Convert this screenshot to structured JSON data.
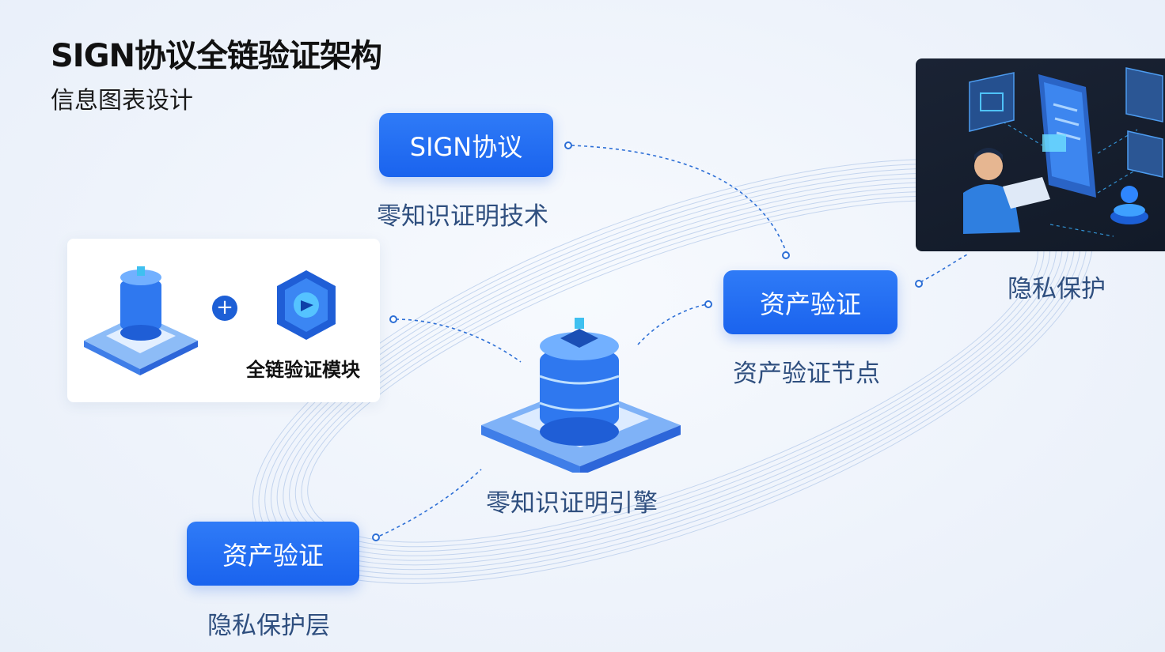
{
  "header": {
    "title": "SIGN协议全链验证架构",
    "subtitle": "信息图表设计"
  },
  "nodes": {
    "sign_protocol": {
      "label": "SIGN协议",
      "caption": "零知识证明技术"
    },
    "asset_verify_right": {
      "label": "资产验证",
      "caption": "资产验证节点"
    },
    "asset_verify_left": {
      "label": "资产验证",
      "caption": "隐私保护层"
    },
    "engine": {
      "caption": "零知识证明引擎"
    },
    "module_card": {
      "caption": "全链验证模块",
      "plus": "+"
    },
    "privacy": {
      "caption": "隐私保护"
    }
  },
  "icons": [
    "database-stack-icon",
    "plus-icon",
    "hex-shield-icon",
    "server-engine-icon",
    "person-computer-illustration"
  ],
  "colors": {
    "accent": "#1a63ee",
    "line": "#2d6fd6",
    "text_dark": "#111111",
    "caption": "#2f4f7f"
  }
}
